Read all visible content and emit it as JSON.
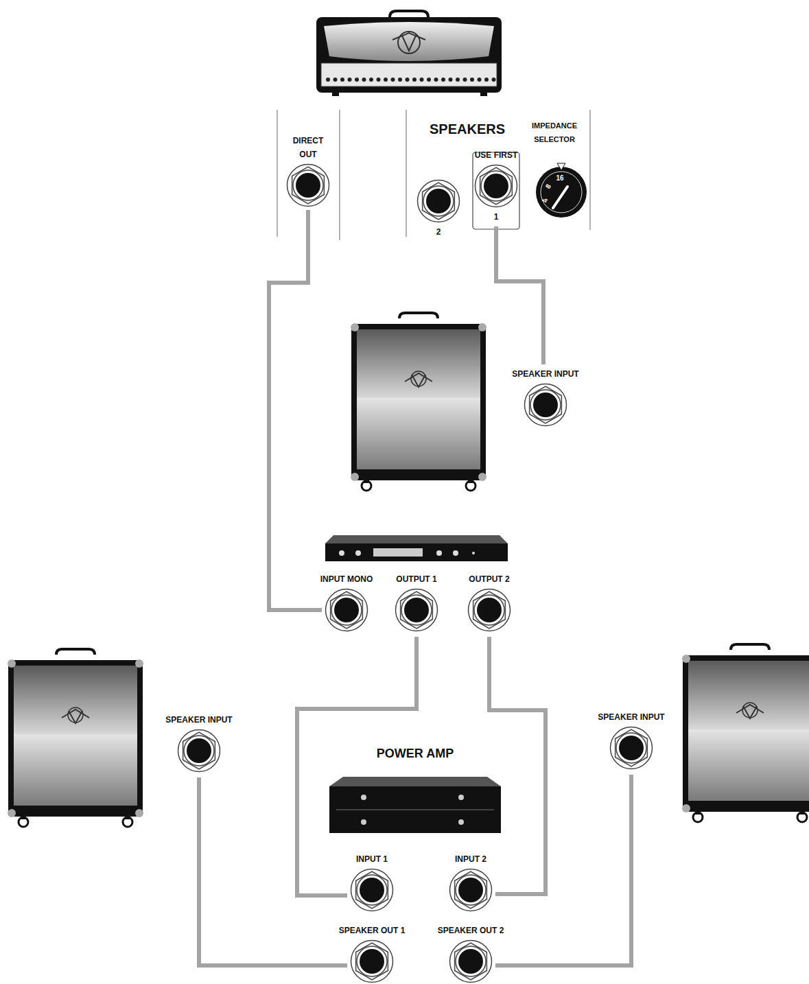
{
  "diagram": {
    "nodes": [
      {
        "text": [
          "DIRECT OUT"
        ]
      },
      {
        "text": [
          "2"
        ]
      },
      {
        "text": [
          "USE FIRST",
          "1"
        ]
      },
      {
        "text": [
          "SPEAKER INPUT"
        ]
      },
      {
        "text": [
          "INPUT MONO"
        ]
      },
      {
        "text": [
          "OUTPUT 1"
        ]
      },
      {
        "text": [
          "OUTPUT 2"
        ]
      },
      {
        "text": [
          "INPUT 1"
        ]
      },
      {
        "text": [
          "INPUT 2"
        ]
      },
      {
        "text": [
          "SPEAKER OUT 1"
        ]
      },
      {
        "text": [
          "SPEAKER OUT 2"
        ]
      },
      {
        "text": [
          "SPEAKER INPUT"
        ]
      },
      {
        "text": [
          "SPEAKER INPUT"
        ]
      }
    ],
    "edges": [
      {
        "from": 0,
        "to": 4,
        "arrow": "none"
      },
      {
        "from": 2,
        "to": 3,
        "arrow": "none"
      },
      {
        "from": 5,
        "to": 7,
        "arrow": "none"
      },
      {
        "from": 6,
        "to": 8,
        "arrow": "none"
      },
      {
        "from": 9,
        "to": 11,
        "arrow": "none"
      },
      {
        "from": 10,
        "to": 12,
        "arrow": "none"
      }
    ],
    "labels": [
      "SPEAKERS",
      "IMPEDANCE SELECTOR",
      "POWER AMP",
      "16",
      "8",
      "4"
    ]
  }
}
